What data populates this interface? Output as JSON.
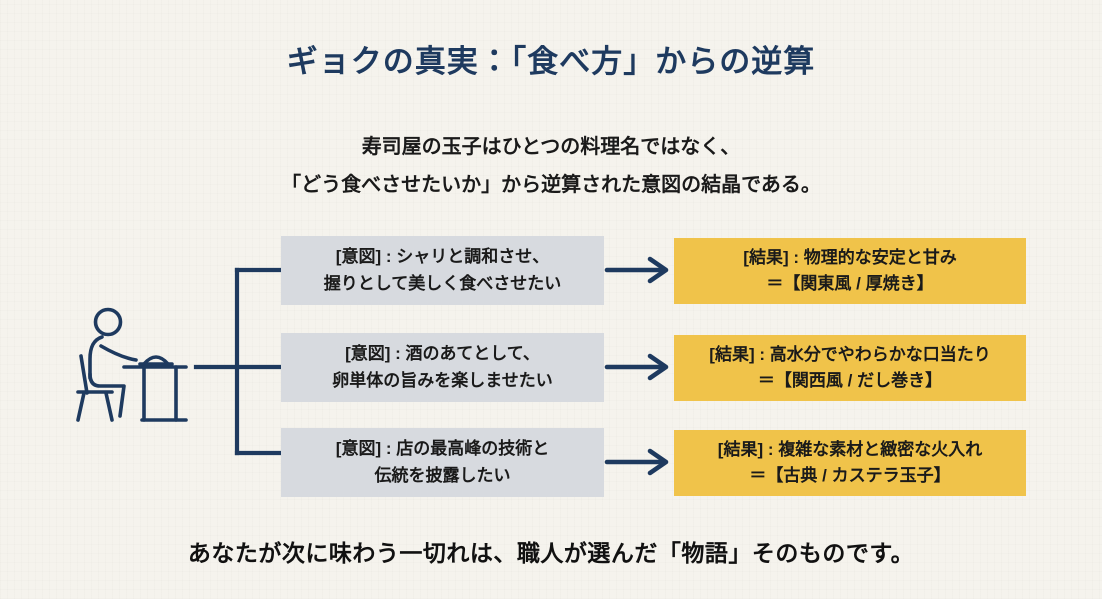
{
  "header": {
    "title": "ギョクの真実：「食べ方」からの逆算"
  },
  "intro": {
    "line1": "寿司屋の玉子はひとつの料理名ではなく、",
    "line2": "「どう食べさせたいか」から逆算された意図の結晶である。"
  },
  "diagram": {
    "person_icon": "person-dining-at-table-icon",
    "rows": [
      {
        "intent": {
          "line1": "[意図] : シャリと調和させ、",
          "line2": "握りとして美しく食べさせたい"
        },
        "result": {
          "line1": "[結果] : 物理的な安定と甘み",
          "line2": "＝【関東風 / 厚焼き】"
        }
      },
      {
        "intent": {
          "line1": "[意図] : 酒のあてとして、",
          "line2": "卵単体の旨みを楽しませたい"
        },
        "result": {
          "line1": "[結果] : 高水分でやわらかな口当たり",
          "line2": "＝【関西風 / だし巻き】"
        }
      },
      {
        "intent": {
          "line1": "[意図] : 店の最高峰の技術と",
          "line2": "伝統を披露したい"
        },
        "result": {
          "line1": "[結果] : 複雑な素材と緻密な火入れ",
          "line2": "＝【古典 / カステラ玉子】"
        }
      }
    ]
  },
  "footer": {
    "text": "あなたが次に味わう一切れは、職人が選んだ「物語」そのものです。"
  },
  "colors": {
    "background": "#F5F3ED",
    "title_navy": "#1E3A5F",
    "connector_navy": "#1E3A5F",
    "intent_box_bg": "#D7DADF",
    "result_box_bg": "#F0C34A",
    "body_text": "#1A1A1A"
  }
}
